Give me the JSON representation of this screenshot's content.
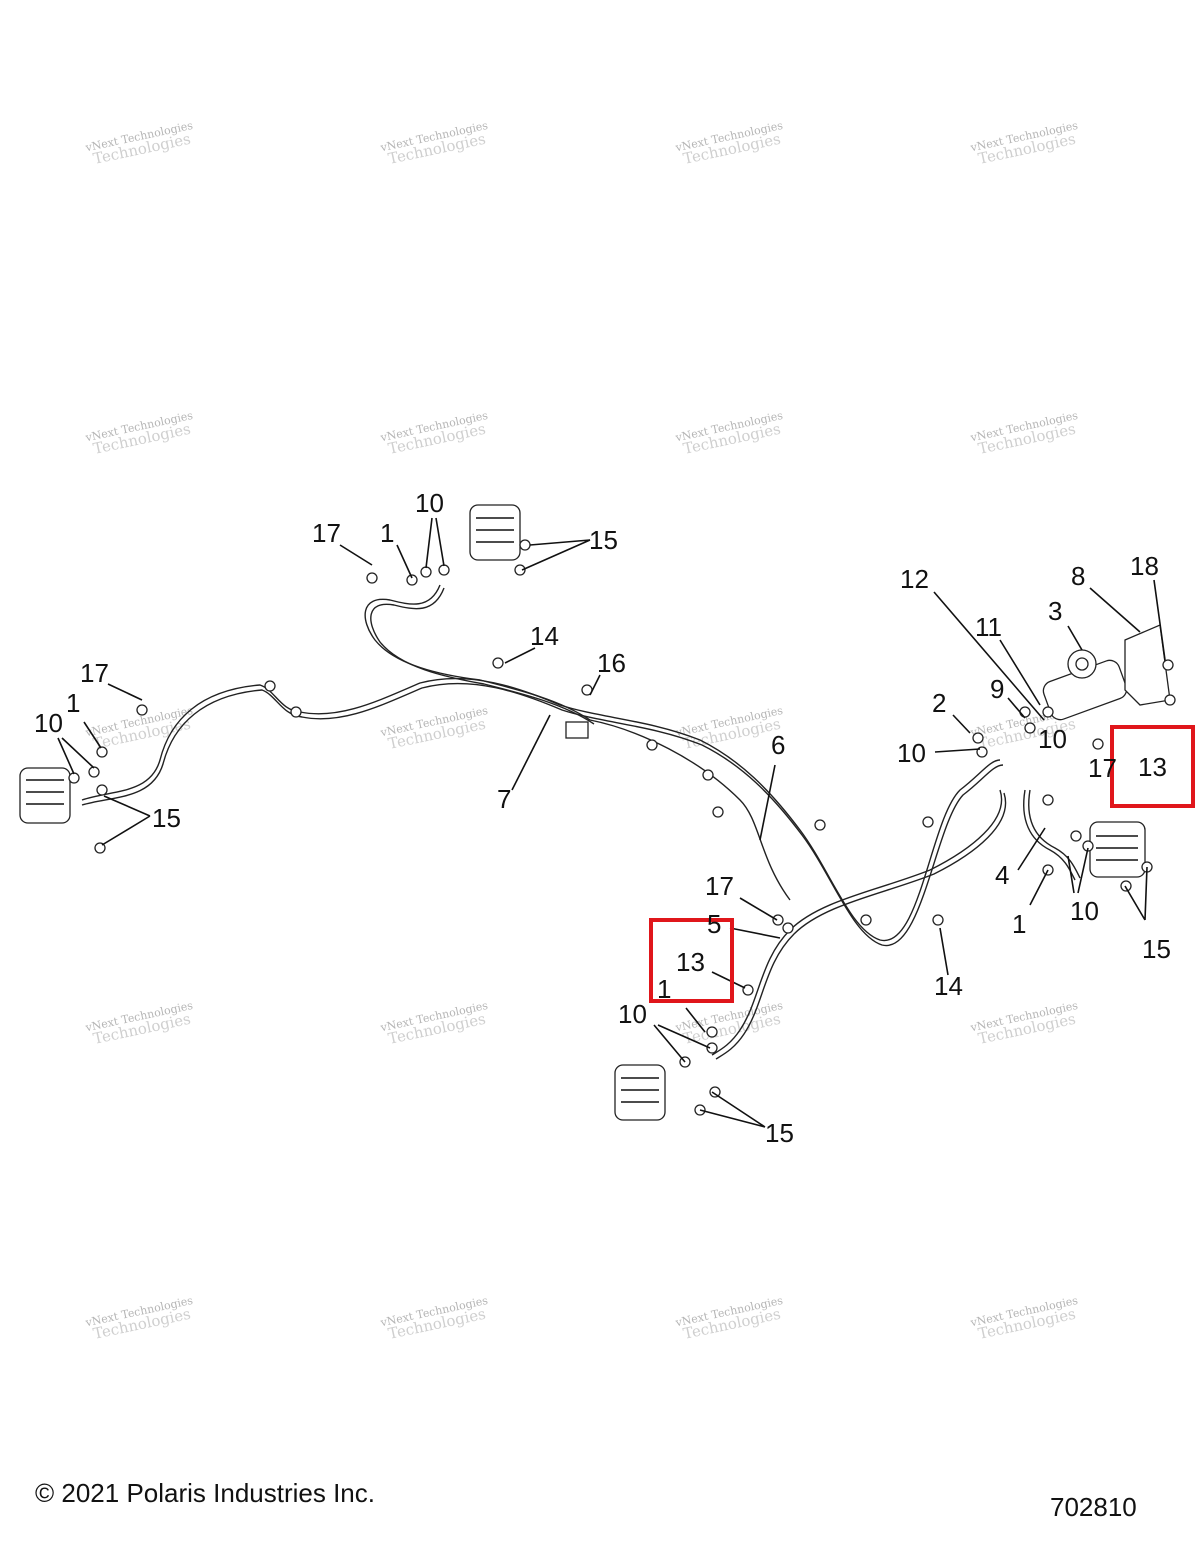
{
  "footer": {
    "copyright": "© 2021 Polaris Industries Inc.",
    "diagram_number": "702810"
  },
  "watermark": {
    "line1": "vNext Technologies",
    "line2": "Technologies"
  },
  "callouts": {
    "c1_a": "1",
    "c1_b": "1",
    "c1_c": "1",
    "c1_d": "1",
    "c2": "2",
    "c3": "3",
    "c4": "4",
    "c5": "5",
    "c6": "6",
    "c7": "7",
    "c8": "8",
    "c9": "9",
    "c10_a": "10",
    "c10_b": "10",
    "c10_c": "10",
    "c10_d": "10",
    "c10_e": "10",
    "c10_f": "10",
    "c11": "11",
    "c12": "12",
    "c13_a": "13",
    "c13_b": "13",
    "c14_a": "14",
    "c14_b": "14",
    "c15_a": "15",
    "c15_b": "15",
    "c15_c": "15",
    "c15_d": "15",
    "c16": "16",
    "c17_a": "17",
    "c17_b": "17",
    "c17_c": "17",
    "c17_d": "17",
    "c18": "18"
  }
}
